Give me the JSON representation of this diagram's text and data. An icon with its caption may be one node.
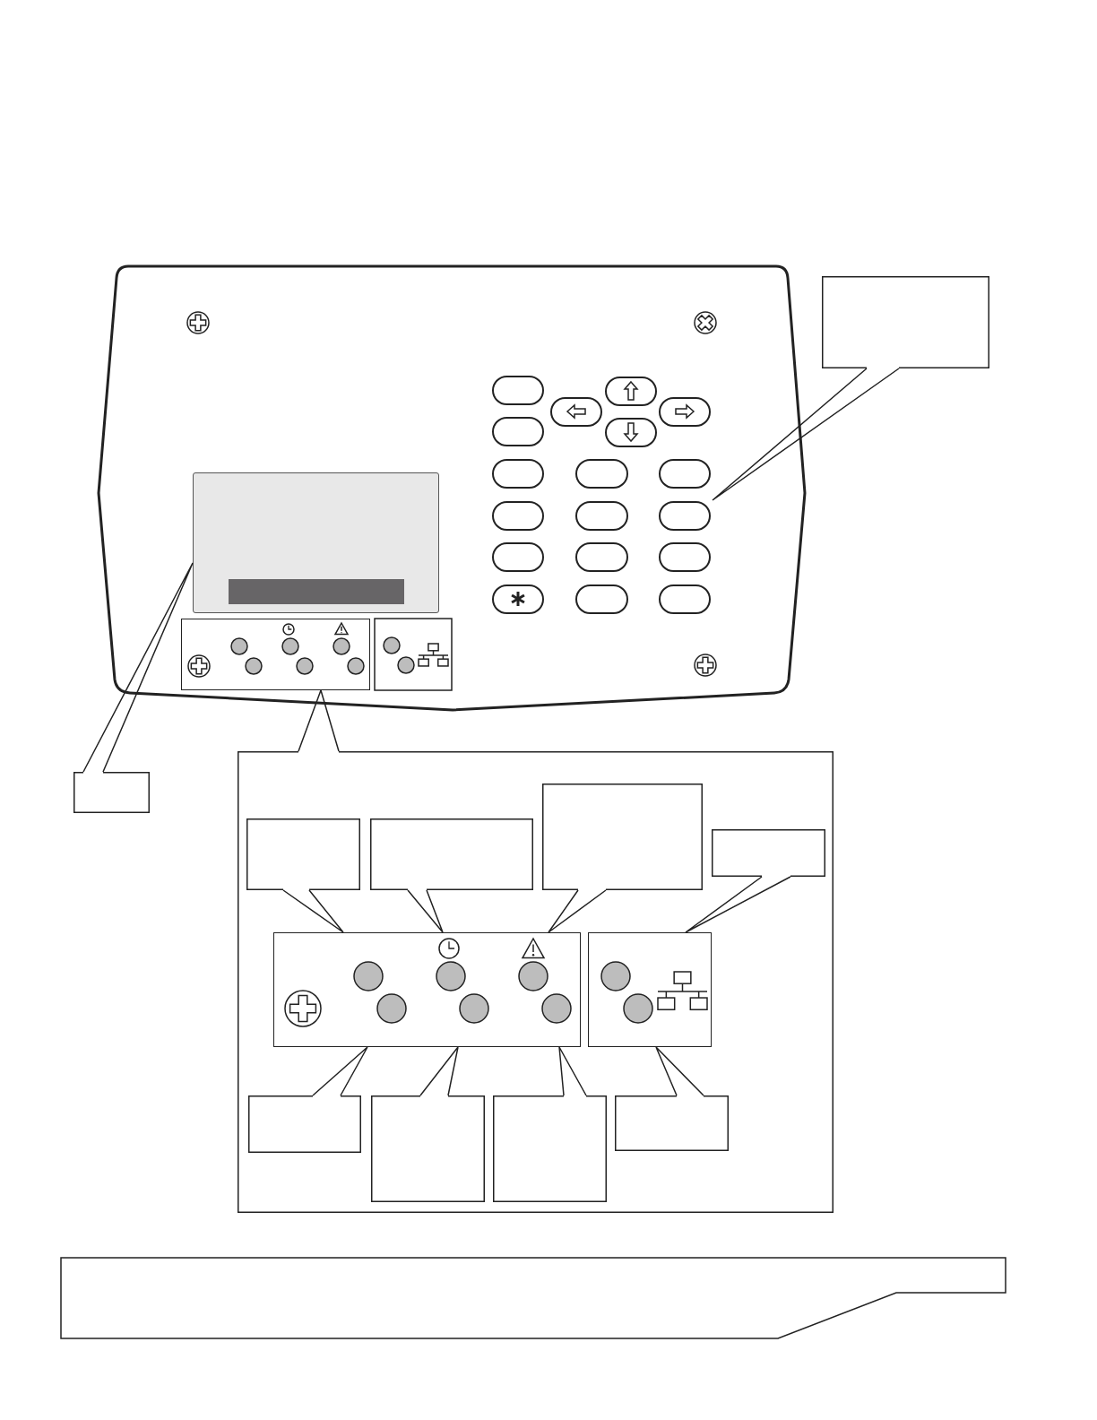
{
  "diagram": {
    "nodes": [
      {
        "text": [],
        "shape": "box"
      },
      {
        "text": [],
        "shape": "box"
      },
      {
        "text": [],
        "shape": "box"
      },
      {
        "text": [],
        "shape": "box"
      },
      {
        "text": [],
        "shape": "box"
      },
      {
        "text": [],
        "shape": "box"
      },
      {
        "text": [],
        "shape": "box",
        "in": 4
      },
      {
        "text": [],
        "shape": "box",
        "in": 4
      },
      {
        "text": [],
        "shape": "box",
        "in": 4
      },
      {
        "text": [],
        "shape": "box",
        "in": 4
      },
      {
        "text": [],
        "shape": "box",
        "in": 4
      },
      {
        "text": [],
        "shape": "box",
        "in": 4
      },
      {
        "text": [],
        "shape": "box",
        "in": 4
      },
      {
        "text": [],
        "shape": "box",
        "in": 4
      },
      {
        "text": [],
        "shape": "box",
        "in": 4
      },
      {
        "text": [],
        "shape": "box",
        "in": 4
      },
      {
        "text": [],
        "shape": "box"
      }
    ],
    "edges": [
      {
        "from": 0,
        "to": 1,
        "arrow": "none"
      },
      {
        "from": 5,
        "to": 2,
        "arrow": "none"
      },
      {
        "from": 4,
        "to": 3,
        "arrow": "none"
      },
      {
        "from": 6,
        "to": 10,
        "arrow": "none"
      },
      {
        "from": 7,
        "to": 10,
        "arrow": "none"
      },
      {
        "from": 8,
        "to": 10,
        "arrow": "none"
      },
      {
        "from": 9,
        "to": 11,
        "arrow": "none"
      },
      {
        "from": 12,
        "to": 10,
        "arrow": "none"
      },
      {
        "from": 13,
        "to": 10,
        "arrow": "none"
      },
      {
        "from": 14,
        "to": 10,
        "arrow": "none"
      },
      {
        "from": 15,
        "to": 11,
        "arrow": "none"
      }
    ]
  }
}
